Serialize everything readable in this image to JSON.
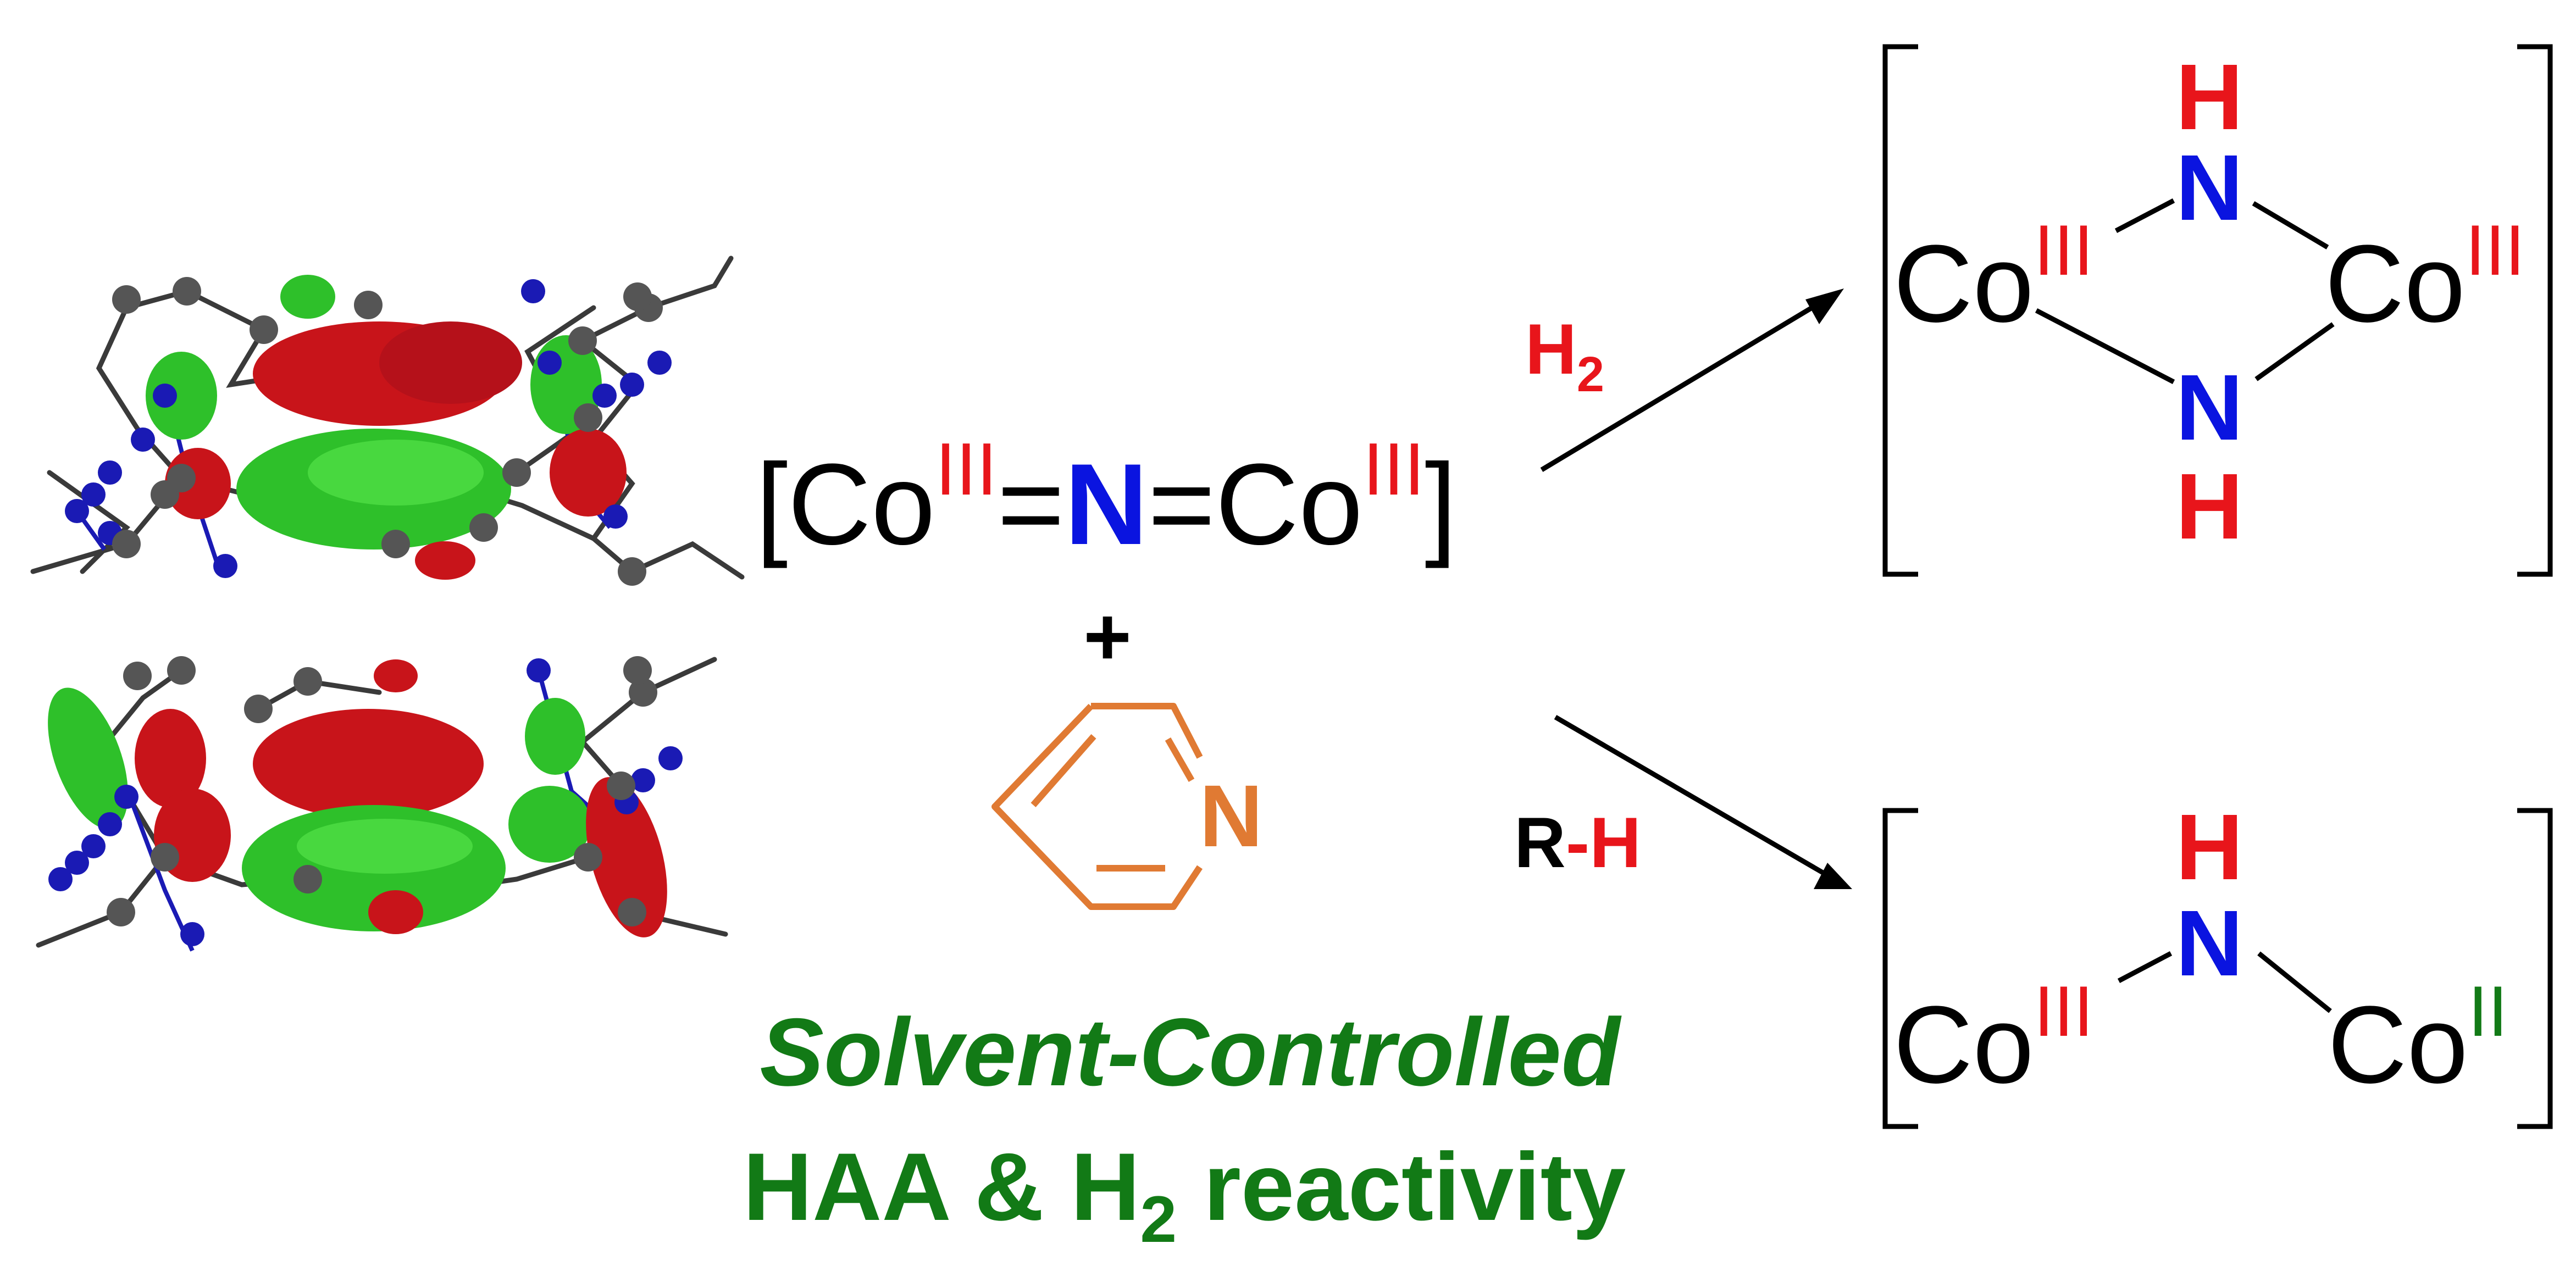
{
  "reactant": {
    "bracket_open": "[",
    "metal_left": "Co",
    "ox_left": "III",
    "bond_left": "=",
    "nitrogen": "N",
    "bond_right": "=",
    "metal_right": "Co",
    "ox_right": "III",
    "bracket_close": "]"
  },
  "plus": "+",
  "pyridine": {
    "nitrogen": "N"
  },
  "arrow_top": {
    "reagent": "H",
    "reagent_sub": "2"
  },
  "arrow_bottom": {
    "reagent_r": "R",
    "reagent_dash": "-",
    "reagent_h": "H"
  },
  "product_top": {
    "h_top": "H",
    "n_top": "N",
    "n_bottom": "N",
    "h_bottom": "H",
    "metal_left": "Co",
    "ox_left": "III",
    "metal_right": "Co",
    "ox_right": "III"
  },
  "product_bottom": {
    "h_top": "H",
    "n_center": "N",
    "metal_left": "Co",
    "ox_left": "III",
    "metal_right": "Co",
    "ox_right": "II"
  },
  "caption": {
    "line1": "Solvent-Controlled",
    "line2_prefix": "HAA & H",
    "line2_sub": "2",
    "line2_suffix": " reactivity"
  },
  "colors": {
    "black": "#000000",
    "red": "#e8151b",
    "blue": "#0a14e0",
    "orange": "#e07a33",
    "green": "#127a16",
    "orbital_red": "#c8141a",
    "orbital_green": "#2ec02a",
    "atom_blue": "#1a1ab4",
    "atom_gray": "#555555"
  }
}
